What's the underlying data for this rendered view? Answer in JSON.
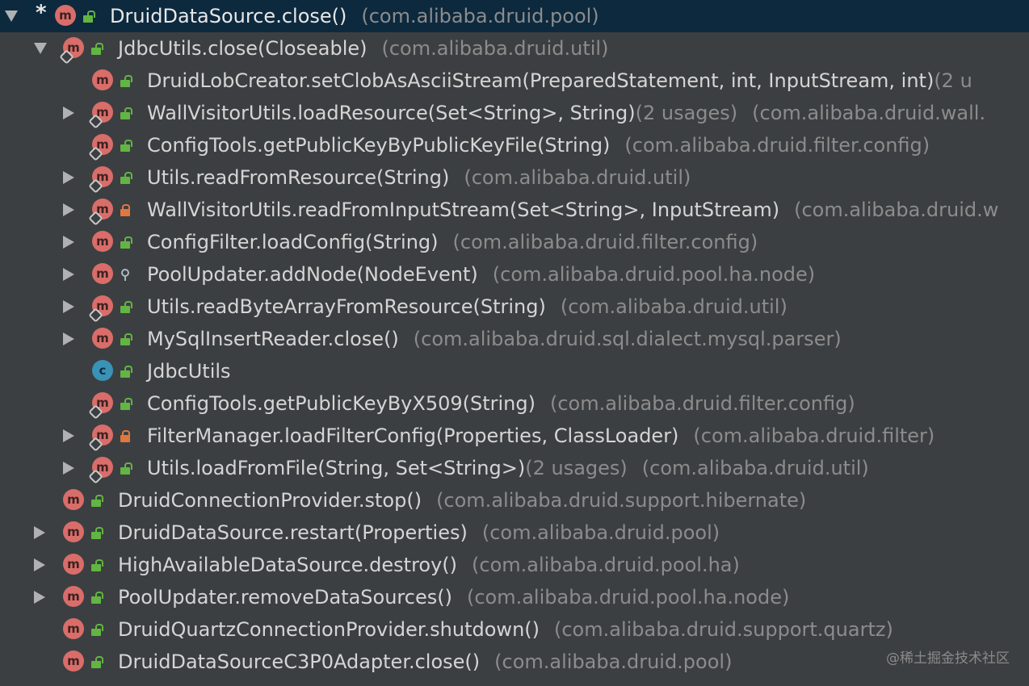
{
  "tree": {
    "rows": [
      {
        "level": 0,
        "arrow": "expanded",
        "star": "*",
        "icon": "method",
        "link": false,
        "vis": "public",
        "main": "DruidDataSource.close()",
        "usage": "",
        "pkg": "(com.alibaba.druid.pool)",
        "selected": true
      },
      {
        "level": 1,
        "arrow": "expanded",
        "icon": "method",
        "link": true,
        "vis": "public",
        "main": "JdbcUtils.close(Closeable)",
        "usage": "",
        "pkg": "(com.alibaba.druid.util)"
      },
      {
        "level": 2,
        "arrow": "none",
        "icon": "method",
        "link": false,
        "vis": "public",
        "main": "DruidLobCreator.setClobAsAsciiStream(PreparedStatement, int, InputStream, int)",
        "usage": "(2 u",
        "pkg": ""
      },
      {
        "level": 2,
        "arrow": "collapsed",
        "icon": "method",
        "link": true,
        "vis": "public",
        "main": "WallVisitorUtils.loadResource(Set<String>, String)",
        "usage": "(2 usages)",
        "pkg": "(com.alibaba.druid.wall."
      },
      {
        "level": 2,
        "arrow": "none",
        "icon": "method",
        "link": true,
        "vis": "public",
        "main": "ConfigTools.getPublicKeyByPublicKeyFile(String)",
        "usage": "",
        "pkg": "(com.alibaba.druid.filter.config)"
      },
      {
        "level": 2,
        "arrow": "collapsed",
        "icon": "method",
        "link": true,
        "vis": "public",
        "main": "Utils.readFromResource(String)",
        "usage": "",
        "pkg": "(com.alibaba.druid.util)"
      },
      {
        "level": 2,
        "arrow": "collapsed",
        "icon": "method",
        "link": true,
        "vis": "private",
        "main": "WallVisitorUtils.readFromInputStream(Set<String>, InputStream)",
        "usage": "",
        "pkg": "(com.alibaba.druid.w"
      },
      {
        "level": 2,
        "arrow": "collapsed",
        "icon": "method",
        "link": false,
        "vis": "public",
        "main": "ConfigFilter.loadConfig(String)",
        "usage": "",
        "pkg": "(com.alibaba.druid.filter.config)"
      },
      {
        "level": 2,
        "arrow": "collapsed",
        "icon": "method",
        "link": false,
        "vis": "package",
        "main": "PoolUpdater.addNode(NodeEvent)",
        "usage": "",
        "pkg": "(com.alibaba.druid.pool.ha.node)"
      },
      {
        "level": 2,
        "arrow": "collapsed",
        "icon": "method",
        "link": true,
        "vis": "public",
        "main": "Utils.readByteArrayFromResource(String)",
        "usage": "",
        "pkg": "(com.alibaba.druid.util)"
      },
      {
        "level": 2,
        "arrow": "collapsed",
        "icon": "method",
        "link": false,
        "vis": "public",
        "main": "MySqlInsertReader.close()",
        "usage": "",
        "pkg": "(com.alibaba.druid.sql.dialect.mysql.parser)"
      },
      {
        "level": 2,
        "arrow": "none",
        "icon": "class",
        "link": false,
        "vis": "public",
        "main": "JdbcUtils",
        "usage": "",
        "pkg": ""
      },
      {
        "level": 2,
        "arrow": "none",
        "icon": "method",
        "link": true,
        "vis": "public",
        "main": "ConfigTools.getPublicKeyByX509(String)",
        "usage": "",
        "pkg": "(com.alibaba.druid.filter.config)"
      },
      {
        "level": 2,
        "arrow": "collapsed",
        "icon": "method",
        "link": true,
        "vis": "private",
        "main": "FilterManager.loadFilterConfig(Properties, ClassLoader)",
        "usage": "",
        "pkg": "(com.alibaba.druid.filter)"
      },
      {
        "level": 2,
        "arrow": "collapsed",
        "icon": "method",
        "link": true,
        "vis": "public",
        "main": "Utils.loadFromFile(String, Set<String>)",
        "usage": "(2 usages)",
        "pkg": "(com.alibaba.druid.util)"
      },
      {
        "level": 1,
        "arrow": "none",
        "icon": "method",
        "link": false,
        "vis": "public",
        "main": "DruidConnectionProvider.stop()",
        "usage": "",
        "pkg": "(com.alibaba.druid.support.hibernate)"
      },
      {
        "level": 1,
        "arrow": "collapsed",
        "icon": "method",
        "link": false,
        "vis": "public",
        "main": "DruidDataSource.restart(Properties)",
        "usage": "",
        "pkg": "(com.alibaba.druid.pool)"
      },
      {
        "level": 1,
        "arrow": "collapsed",
        "icon": "method",
        "link": false,
        "vis": "public",
        "main": "HighAvailableDataSource.destroy()",
        "usage": "",
        "pkg": "(com.alibaba.druid.pool.ha)"
      },
      {
        "level": 1,
        "arrow": "collapsed",
        "icon": "method",
        "link": false,
        "vis": "public",
        "main": "PoolUpdater.removeDataSources()",
        "usage": "",
        "pkg": "(com.alibaba.druid.pool.ha.node)"
      },
      {
        "level": 1,
        "arrow": "none",
        "icon": "method",
        "link": false,
        "vis": "public",
        "main": "DruidQuartzConnectionProvider.shutdown()",
        "usage": "",
        "pkg": "(com.alibaba.druid.support.quartz)"
      },
      {
        "level": 1,
        "arrow": "none",
        "icon": "method",
        "link": false,
        "vis": "public",
        "main": "DruidDataSourceC3P0Adapter.close()",
        "usage": "",
        "pkg": "(com.alibaba.druid.pool)"
      }
    ]
  },
  "icon_letters": {
    "method": "m",
    "class": "c"
  },
  "watermark": "@稀土掘金技术社区"
}
